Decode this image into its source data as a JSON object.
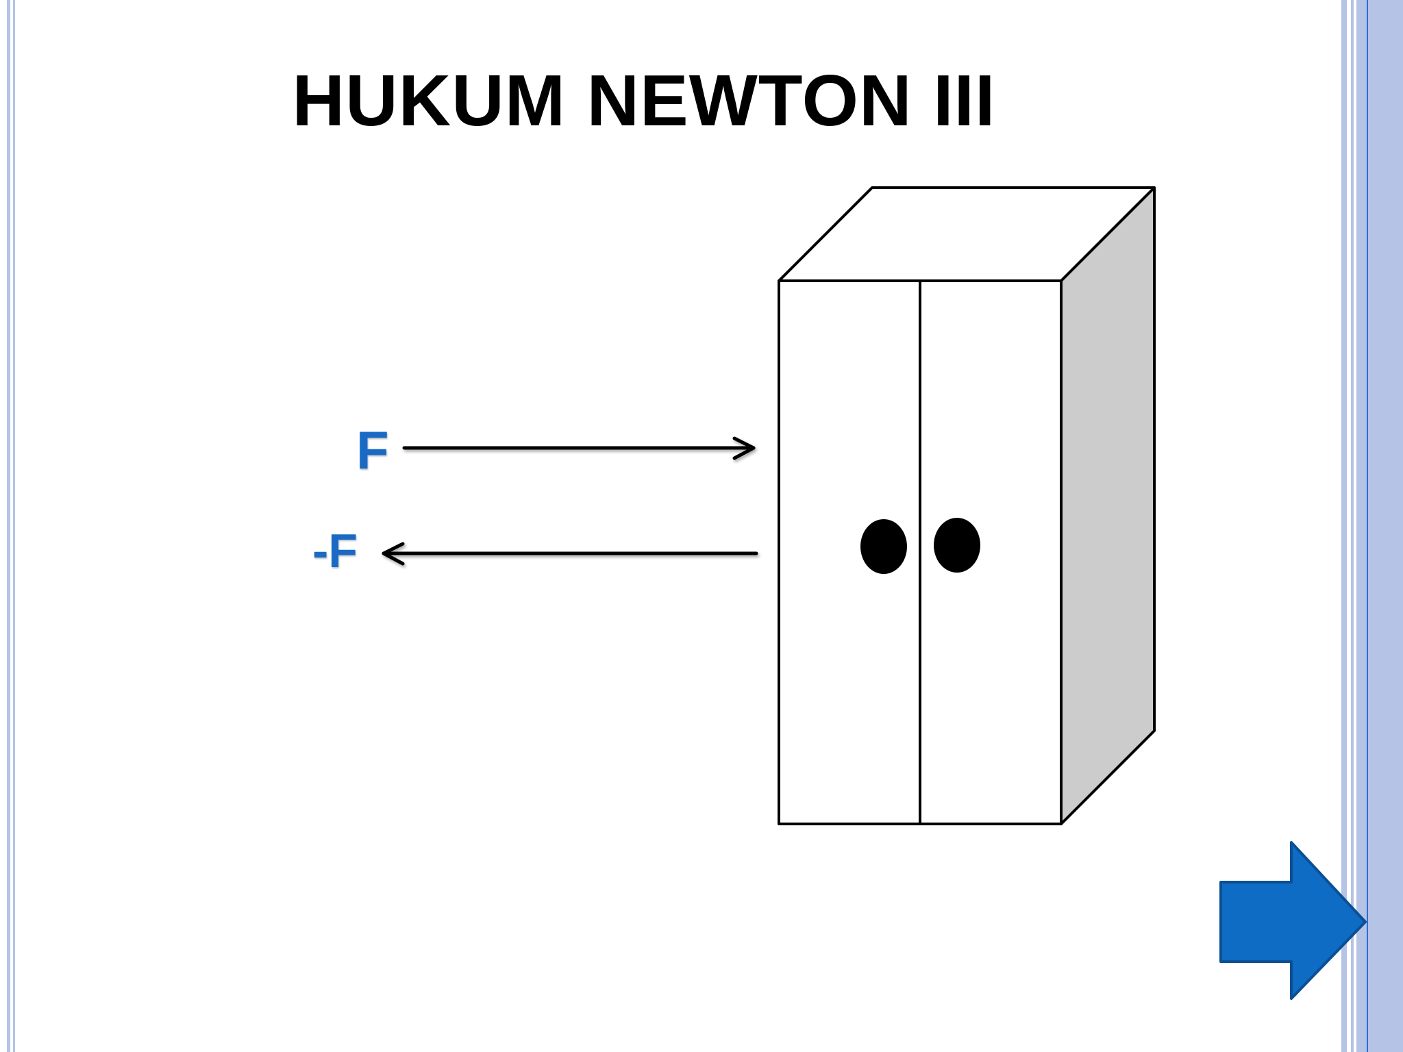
{
  "slide": {
    "title": "HUKUM NEWTON III"
  },
  "forces": {
    "action_label": "F",
    "reaction_label": "-F"
  },
  "object": {
    "name": "wardrobe"
  },
  "navigation": {
    "next_icon": "right-arrow-icon"
  },
  "colors": {
    "border": "#b4c3e6",
    "label_blue": "#1a6ac5",
    "arrow_button": "#0e6cc4",
    "side_face": "#cccccc"
  }
}
